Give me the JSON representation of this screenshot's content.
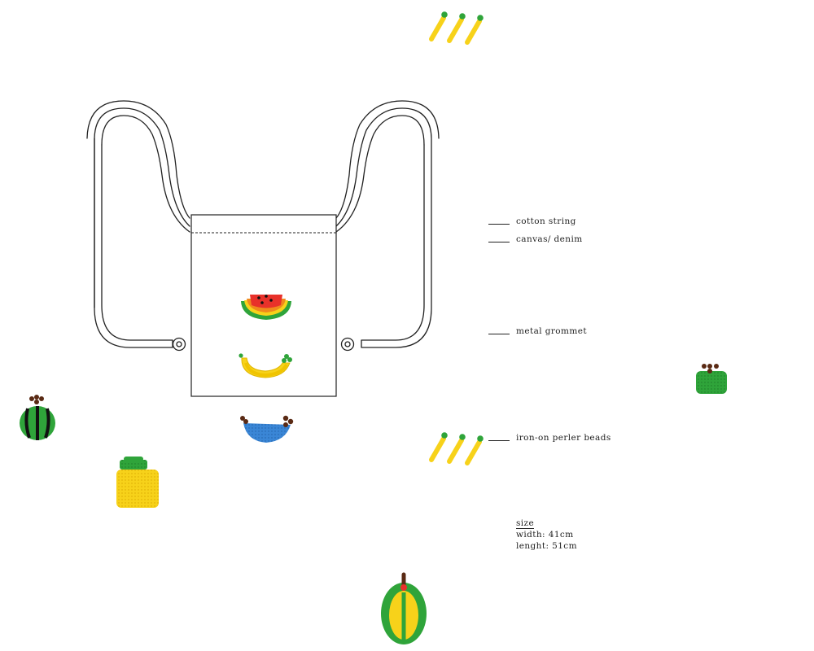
{
  "labels": {
    "cotton_string": "cotton string",
    "canvas": "canvas/ denim",
    "grommet": "metal grommet",
    "beads": "iron-on perler beads"
  },
  "size": {
    "title": "size",
    "width_label": "width:",
    "width_value": "41cm",
    "length_label": "lenght:",
    "length_value": "51cm"
  },
  "colors": {
    "outline": "#222222",
    "bead_green": "#2fa43a",
    "bead_dark_green": "#1f7a2c",
    "bead_red": "#e8312a",
    "bead_orange": "#f08a1c",
    "bead_yellow": "#f7d21a",
    "bead_blue": "#3a86d6",
    "bead_brown": "#5a2a14",
    "bead_black": "#111111"
  },
  "icons": [
    "watermelon-slice-bead-icon",
    "banana-bead-icon",
    "blueberry-bead-icon",
    "watermelon-bead-icon",
    "pineapple-bead-icon",
    "green-apple-bead-icon",
    "durian-bead-icon",
    "bead-sticks-icon"
  ]
}
